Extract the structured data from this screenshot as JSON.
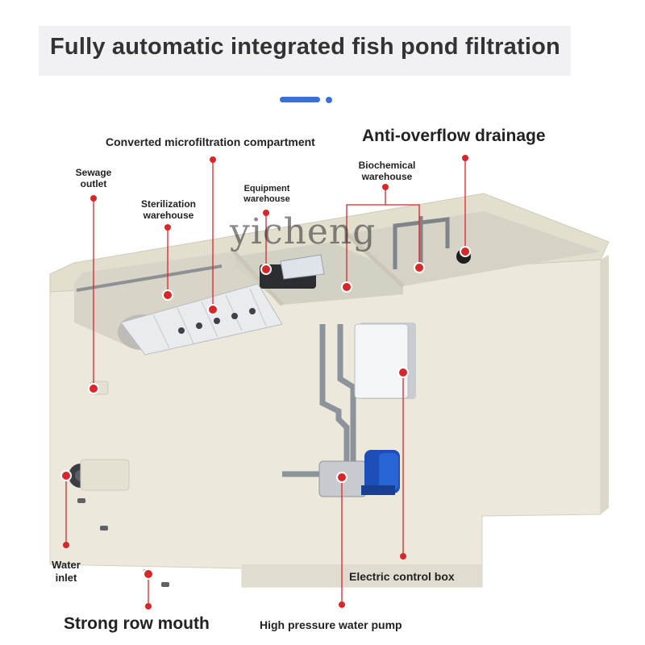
{
  "title": "Fully automatic integrated fish pond filtration",
  "watermark": "yicheng",
  "accent": "#d9262a",
  "indicator": {
    "active_color": "#3a6fd8",
    "inactive_color": "#3a6fd8"
  },
  "labels": {
    "converted_microfiltration": "Converted microfiltration compartment",
    "anti_overflow": "Anti-overflow drainage",
    "sewage_outlet_1": "Sewage",
    "sewage_outlet_2": "outlet",
    "sterilization_1": "Sterilization",
    "sterilization_2": "warehouse",
    "equipment_1": "Equipment",
    "equipment_2": "warehouse",
    "biochemical_1": "Biochemical",
    "biochemical_2": "warehouse",
    "water_inlet_1": "Water",
    "water_inlet_2": "inlet",
    "electric_control_box": "Electric control box",
    "strong_row_mouth": "Strong row mouth",
    "high_pressure_pump": "High pressure water pump"
  }
}
